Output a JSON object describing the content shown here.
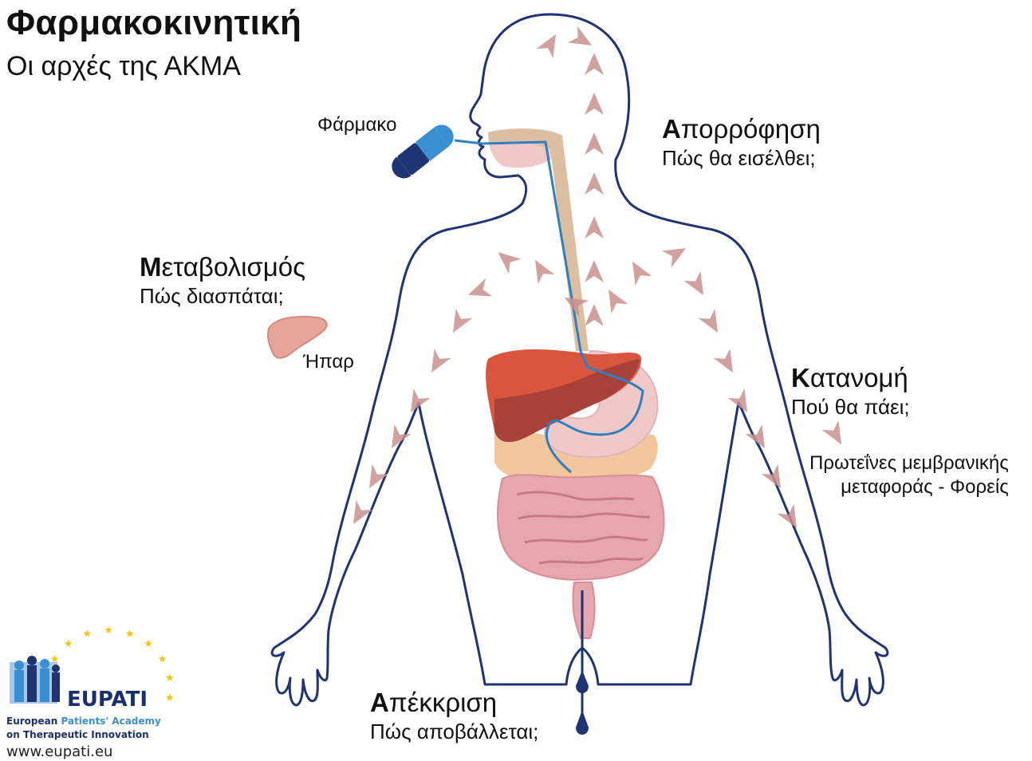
{
  "header": {
    "title": "Φαρμακοκινητική",
    "subtitle": "Οι αρχές της ΑΚΜΑ"
  },
  "labels": {
    "drug": "Φάρμακο",
    "liver": "Ήπαρ",
    "transporters_line1": "Πρωτεΐνες μεμβρανικής",
    "transporters_line2": "μεταφοράς - Φορείς"
  },
  "phases": {
    "absorption": {
      "initial": "Α",
      "rest": "πορρόφηση",
      "question": "Πώς θα εισέλθει;"
    },
    "distribution": {
      "initial": "Κ",
      "rest": "ατανομή",
      "question": "Πού θα πάει;"
    },
    "metabolism": {
      "initial": "Μ",
      "rest": "εταβολισμός",
      "question": "Πώς διασπάται;"
    },
    "excretion": {
      "initial": "Α",
      "rest": "πέκκριση",
      "question": "Πώς αποβάλλεται;"
    }
  },
  "logo": {
    "name": "EUPATI",
    "line1a": "European",
    "line1b": "Patients' Academy",
    "line2": "on Therapeutic Innovation",
    "url": "www.eupati.eu"
  },
  "colors": {
    "body_outline": "#1f3473",
    "arrow": "#c9908f",
    "liver": "#d9553e",
    "liver_dark": "#a8413a",
    "intestine": "#e6a6ad",
    "fat": "#f2c69b",
    "esophagus": "#dcbfa0",
    "drug_line": "#2f7fc1",
    "pill_light": "#3a8fd0",
    "pill_dark": "#1f3473",
    "small_liver": "#e5a59a"
  }
}
